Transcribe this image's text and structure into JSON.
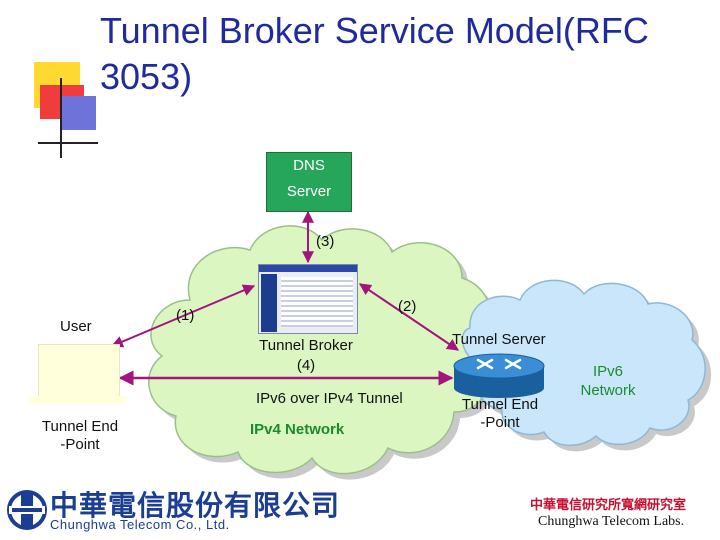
{
  "slide": {
    "title": "Tunnel Broker Service Model(RFC 3053)"
  },
  "dns": {
    "line1": "DNS",
    "line2": "Server"
  },
  "steps": {
    "s1": "(1)",
    "s2": "(2)",
    "s3": "(3)"
  },
  "user": {
    "label": "User",
    "tunnel_end_line1": "Tunnel End",
    "tunnel_end_line2": "-Point"
  },
  "broker": {
    "line1": "Tunnel Broker",
    "line2": "(4)"
  },
  "tunnel": {
    "label": "IPv6 over IPv4 Tunnel",
    "network": "IPv4 Network"
  },
  "server": {
    "label": "Tunnel Server",
    "tunnel_end_line1": "Tunnel End",
    "tunnel_end_line2": "-Point"
  },
  "ipv6_network": {
    "line1": "IPv6",
    "line2": "Network"
  },
  "logos": {
    "left_cn": "中華電信股份有限公司",
    "left_en": "Chunghwa Telecom Co., Ltd.",
    "right_cn": "中華電信研究所寬網研究室",
    "right_en": "Chunghwa Telecom Labs."
  },
  "colors": {
    "title": "#1f2a9e",
    "dns_box": "#26a65b",
    "cloud": "#dcf6c2",
    "cloud_outline": "#9ac08a",
    "ipv6_cloud": "#c9e6fb",
    "arrow": "#a3147e",
    "network_text": "#1c8a2e",
    "router": "#1f6fb8"
  }
}
